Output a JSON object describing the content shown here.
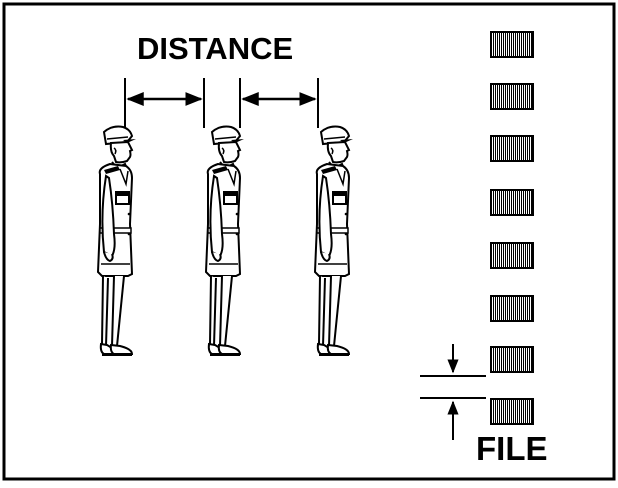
{
  "diagram": {
    "distance_label": "DISTANCE",
    "file_label": "FILE",
    "soldier_count": 3,
    "file_block_count": 8,
    "colors": {
      "line": "#000000",
      "background": "#ffffff"
    }
  }
}
